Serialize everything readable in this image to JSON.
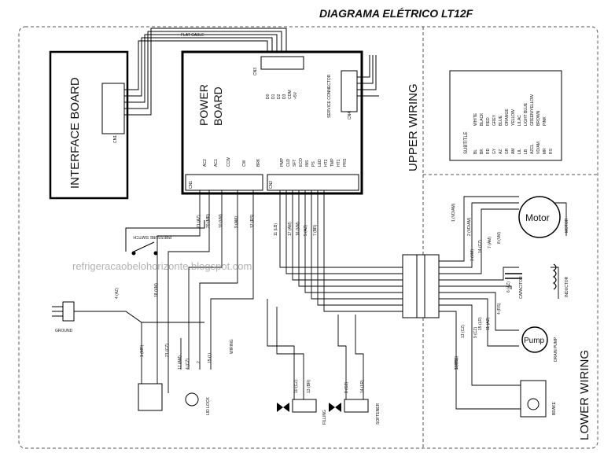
{
  "title": "DIAGRAMA ELÉTRICO LT12F",
  "watermark": "refrigeracaobelohorizonte.blogspot.com",
  "sections": {
    "upper": "UPPER WIRING",
    "lower": "LOWER WIRING"
  },
  "interface_board": {
    "label": "INTERFACE BOARD",
    "connector": "CN1",
    "flat_cable": "FLAT CABLE"
  },
  "power_board": {
    "label_line1": "POWER",
    "label_line2": "BOARD",
    "cn3": "CN3",
    "cn1": "CN1",
    "cn2": "CN2",
    "cn4": "CN4",
    "signals": [
      "D0",
      "D1",
      "D2",
      "D3",
      "COM",
      "+5V"
    ],
    "service_connector": "SERVICE CONNECTOR",
    "cn1_pins": [
      "AC2",
      "AC1",
      "CCW",
      "CW",
      "BRK"
    ],
    "cn2_pins": [
      "PMP",
      "CLD",
      "SFT",
      "ECO",
      "INS",
      "PS",
      "LED",
      "HT2",
      "TMP",
      "HT1",
      "PRS"
    ]
  },
  "subtitle": {
    "heading": "SUBTITLE",
    "codes": [
      "BL",
      "BK",
      "RD",
      "GY",
      "AZ",
      "GR",
      "AM",
      "LIL",
      "LB",
      "AZCL",
      "VD/AM",
      "MR",
      "RS"
    ],
    "colors": [
      "WHITE",
      "BLACK",
      "RED",
      "GREY",
      "BLUE",
      "ORANGE",
      "YELLOW",
      "LILAC",
      "LIGHT BLUE",
      "GREEN/YELLOW",
      "BROWN",
      "PINK"
    ]
  },
  "components": {
    "pressure_switch": "PRESSURE SWITCH",
    "motor": "Motor",
    "motor_label": "MOTOR",
    "capacitor": "CAPACITOR",
    "inductor": "INDUCTOR",
    "pump": "Pump",
    "drain_pump": "DRAIN PUMP",
    "brake": "BRAKE",
    "lid_lock": "LID LOCK",
    "filling": "FILLING",
    "softener": "SOFTENER",
    "ground": "GROUND",
    "wiring_harness": "WIRING"
  },
  "wire_labels": [
    "2 (VD/AM)",
    "21 (AZ)",
    "20 (MR)",
    "10 (VM)",
    "9 (AM)",
    "12 (RS)",
    "11 (LB)",
    "17 (AM)",
    "16 (VM)",
    "5 (AZ)",
    "7 (BR)",
    "4 (AZ)",
    "18 (VM)",
    "1 (MR)",
    "21 (CZ)",
    "17 (AM)",
    "4 (CZ)",
    "2",
    "15 (L)",
    "10 (CZ)",
    "13 (BR)",
    "8 (CZ)",
    "14 (LR)",
    "1 (VD/AM)",
    "3 (VM)",
    "14 (CZ)",
    "7 (AM)",
    "8 (VM)",
    "6 (AZ)",
    "15 (LR)",
    "15 (RS)",
    "13 (CZ)",
    "9 (CZ)",
    "11 (AZ)",
    "5 (RS)",
    "4 (RS)"
  ]
}
